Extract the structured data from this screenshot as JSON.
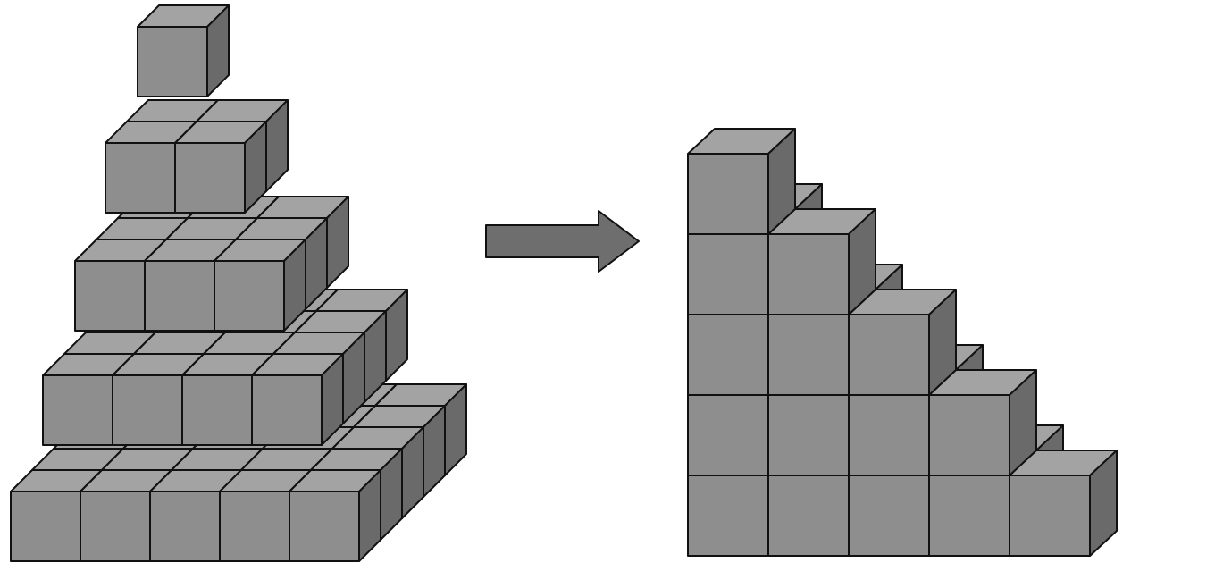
{
  "colors": {
    "background": "#ffffff",
    "cube_front": "#8e8e8e",
    "cube_top": "#a3a3a3",
    "cube_side": "#6a6a6a",
    "outline": "#111111",
    "arrow_fill": "#6e6e6e"
  },
  "diagram": {
    "left_pyramid": {
      "description_layers": [
        {
          "layer": 1,
          "cubes_per_side": 1
        },
        {
          "layer": 2,
          "cubes_per_side": 2
        },
        {
          "layer": 3,
          "cubes_per_side": 3
        },
        {
          "layer": 4,
          "cubes_per_side": 4
        },
        {
          "layer": 5,
          "cubes_per_side": 5
        }
      ]
    },
    "arrow": {
      "icon": "right-arrow-icon"
    },
    "right_staircase": {
      "columns": [
        {
          "column": 1,
          "height": 5
        },
        {
          "column": 2,
          "height": 4
        },
        {
          "column": 3,
          "height": 3
        },
        {
          "column": 4,
          "height": 2
        },
        {
          "column": 5,
          "height": 1
        }
      ]
    }
  }
}
